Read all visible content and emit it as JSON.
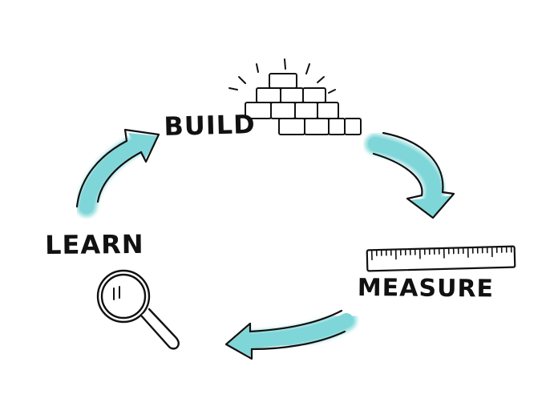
{
  "stages": {
    "build": "BUILD",
    "measure": "MEASURE",
    "learn": "LEARN"
  },
  "colors": {
    "arrow": "#7fd6d8",
    "ink": "#111111",
    "background": "#ffffff"
  },
  "icons": {
    "build": "brick-pyramid-icon",
    "measure": "ruler-icon",
    "learn": "magnifying-glass-icon"
  }
}
